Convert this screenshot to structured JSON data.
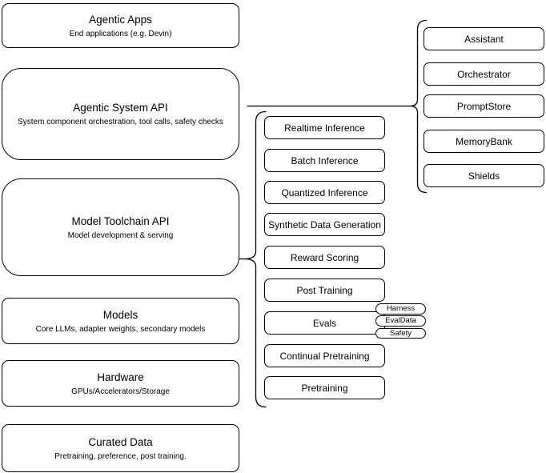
{
  "diagram": {
    "left_stack": [
      {
        "title": "Agentic Apps",
        "subtitle": "End applications (e.g. Devin)"
      },
      {
        "title": "Agentic System API",
        "subtitle": "System component orchestration, tool calls, safety checks"
      },
      {
        "title": "Model Toolchain API",
        "subtitle": "Model development & serving"
      },
      {
        "title": "Models",
        "subtitle": "Core LLMs, adapter weights, secondary models"
      },
      {
        "title": "Hardware",
        "subtitle": "GPUs/Accelerators/Storage"
      },
      {
        "title": "Curated Data",
        "subtitle": "Pretraining, preference, post training."
      }
    ],
    "toolchain_items": [
      "Realtime Inference",
      "Batch Inference",
      "Quantized Inference",
      "Synthetic Data Generation",
      "Reward Scoring",
      "Post Training",
      "Evals",
      "Continual Pretraining",
      "Pretraining"
    ],
    "eval_tags": [
      "Harness",
      "EvalData",
      "Safety"
    ],
    "system_components": [
      "Assistant",
      "Orchestrator",
      "PromptStore",
      "MemoryBank",
      "Shields"
    ],
    "colors": {
      "stroke": "#000000",
      "fill": "#ffffff",
      "text": "#000000"
    }
  }
}
